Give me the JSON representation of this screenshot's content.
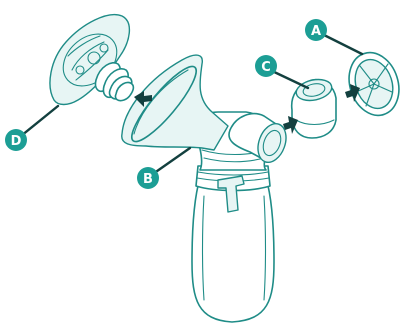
{
  "callouts": {
    "a": "A",
    "b": "B",
    "c": "C",
    "d": "D"
  },
  "colors": {
    "outline": "#1f8c87",
    "tint": "#e7f5f4",
    "callout": "#1c9e95",
    "leader": "#13403f"
  }
}
